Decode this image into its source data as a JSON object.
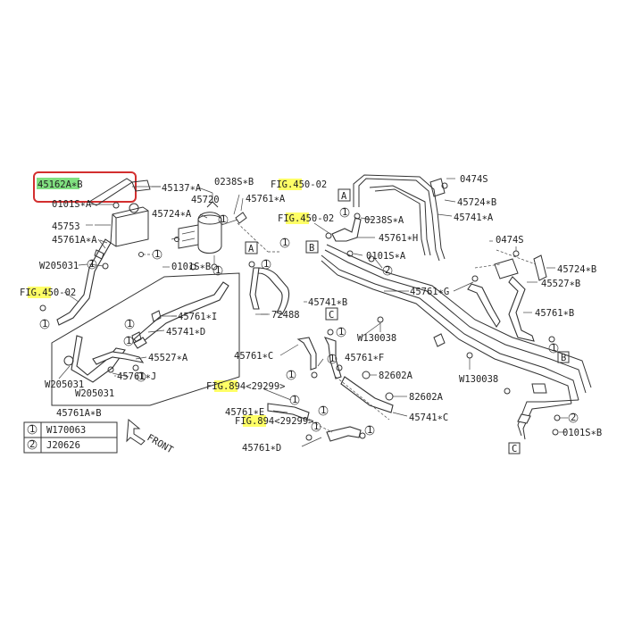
{
  "highlight_box_color": "#d32f2f",
  "highlight_yellow": "#ffff66",
  "highlight_green": "#80e080",
  "labels": {
    "p45162": "45162A∗B",
    "p45137": "45137∗A",
    "p0238_1": "0238S∗B",
    "p45720": "45720",
    "p0101_1": "0101S∗A",
    "p45724a": "45724∗A",
    "p45753": "45753",
    "p45761a_a": "45761A∗A",
    "pw205031_1": "W205031",
    "p0101_2": "0101S∗B",
    "p45761a": "45761∗A",
    "pfig450a": "FIG.450-02",
    "pfig450b": "FIG.450-02",
    "pfig450c": "FIG.450-02",
    "p72488": "72488",
    "p45761i": "45761∗I",
    "p45741d": "45741∗D",
    "p45527a": "45527∗A",
    "p45761j": "45761∗J",
    "pw205031_2": "W205031",
    "pw205031_3": "W205031",
    "p45761a_b": "45761A∗B",
    "p0474_1": "0474S",
    "p45724b_1": "45724∗B",
    "p45741a": "45741∗A",
    "p0238_2": "0238S∗A",
    "p45761h": "45761∗H",
    "p0101_3": "0101S∗A",
    "p0474_2": "0474S",
    "p45724b_2": "45724∗B",
    "p45527b": "45527∗B",
    "p45761g": "45761∗G",
    "p45741b": "45741∗B",
    "p45761b": "45761∗B",
    "pw130038_1": "W130038",
    "pw130038_2": "W130038",
    "p45761c": "45761∗C",
    "p45761f": "45761∗F",
    "p82602_1": "82602A",
    "p82602_2": "82602A",
    "pfig894a": "FIG.894<29299>",
    "pfig894b": "FIG.894<29299>",
    "p45761e": "45761∗E",
    "p45741c": "45741∗C",
    "p45761d": "45761∗D",
    "p0101_4": "0101S∗B",
    "front": "FRONT"
  },
  "callouts": {
    "A": "A",
    "B": "B",
    "C": "C"
  },
  "legend": [
    {
      "num": "1",
      "part": "W170063"
    },
    {
      "num": "2",
      "part": "J20626"
    }
  ]
}
